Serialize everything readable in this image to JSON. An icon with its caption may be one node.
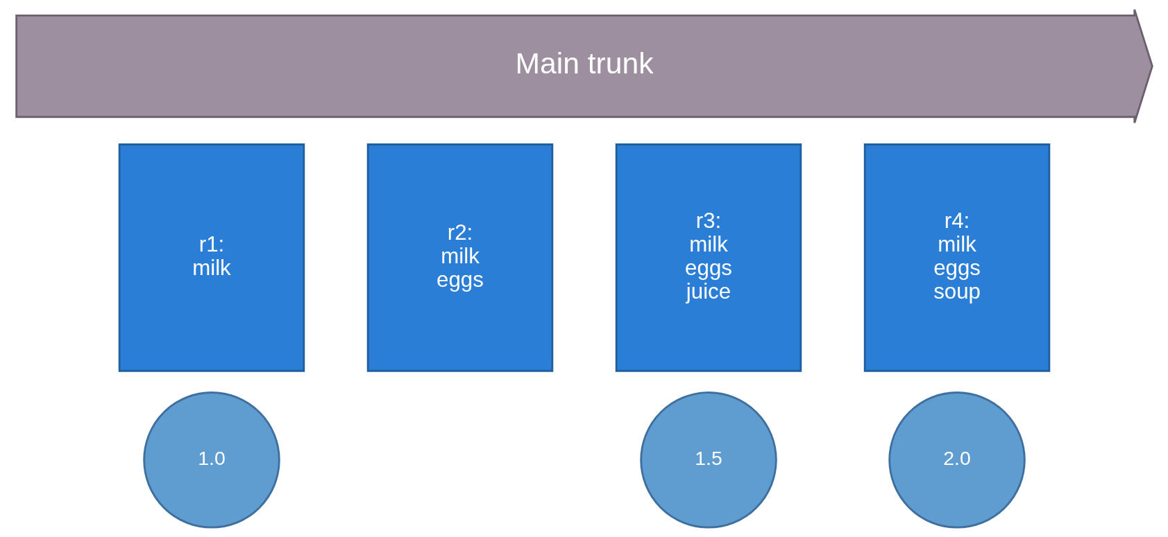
{
  "diagram": {
    "nodes": [
      {
        "text": [
          "Main trunk"
        ]
      },
      {
        "text": [
          "r1:",
          "milk"
        ]
      },
      {
        "text": [
          "r2:",
          "milk",
          "eggs"
        ]
      },
      {
        "text": [
          "r3:",
          "milk",
          "eggs",
          "juice"
        ]
      },
      {
        "text": [
          "r4:",
          "milk",
          "eggs",
          "soup"
        ]
      },
      {
        "text": [
          "1.0"
        ]
      },
      {
        "text": [
          "1.5"
        ]
      },
      {
        "text": [
          "2.0"
        ]
      }
    ]
  }
}
